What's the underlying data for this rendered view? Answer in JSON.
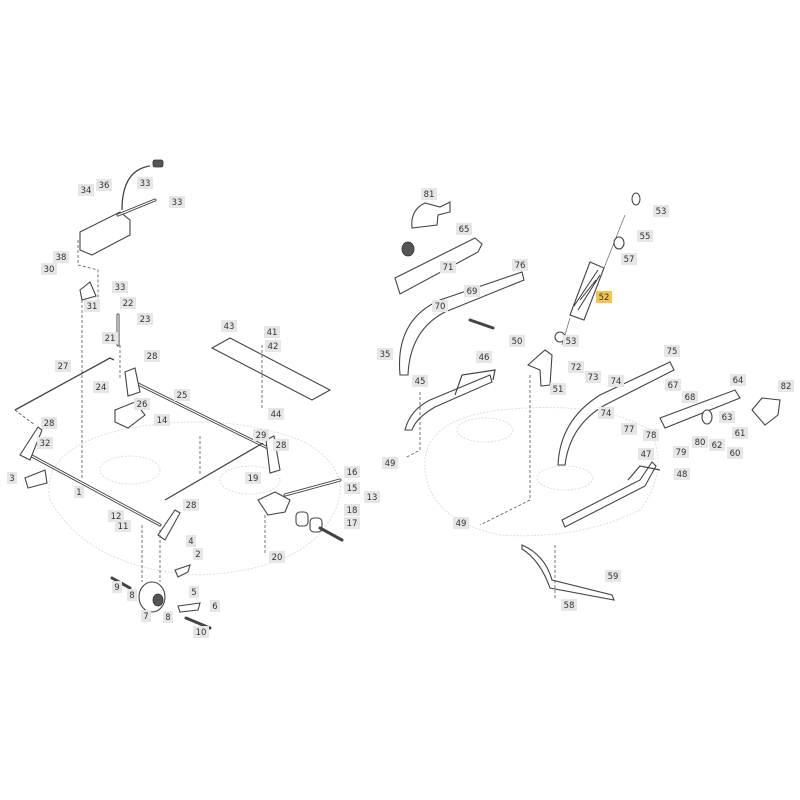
{
  "diagram": {
    "title": "Exploded parts diagram - mower deck height adjustment and handlebar assembly",
    "highlight_color": "#f3c54a",
    "highlighted_callout": "52",
    "callouts": [
      "34",
      "36",
      "33",
      "33",
      "38",
      "30",
      "33",
      "31",
      "22",
      "23",
      "21",
      "43",
      "41",
      "42",
      "28",
      "27",
      "24",
      "25",
      "26",
      "14",
      "44",
      "28",
      "32",
      "29",
      "28",
      "3",
      "1",
      "19",
      "16",
      "15",
      "13",
      "28",
      "12",
      "11",
      "18",
      "17",
      "4",
      "2",
      "20",
      "9",
      "8",
      "5",
      "7",
      "8",
      "6",
      "10",
      "81",
      "65",
      "76",
      "71",
      "69",
      "70",
      "53",
      "55",
      "57",
      "52",
      "53",
      "50",
      "51",
      "35",
      "46",
      "45",
      "75",
      "72",
      "73",
      "74",
      "67",
      "68",
      "64",
      "82",
      "74",
      "63",
      "77",
      "78",
      "79",
      "80",
      "62",
      "61",
      "60",
      "47",
      "48",
      "49",
      "49",
      "59",
      "58"
    ]
  }
}
